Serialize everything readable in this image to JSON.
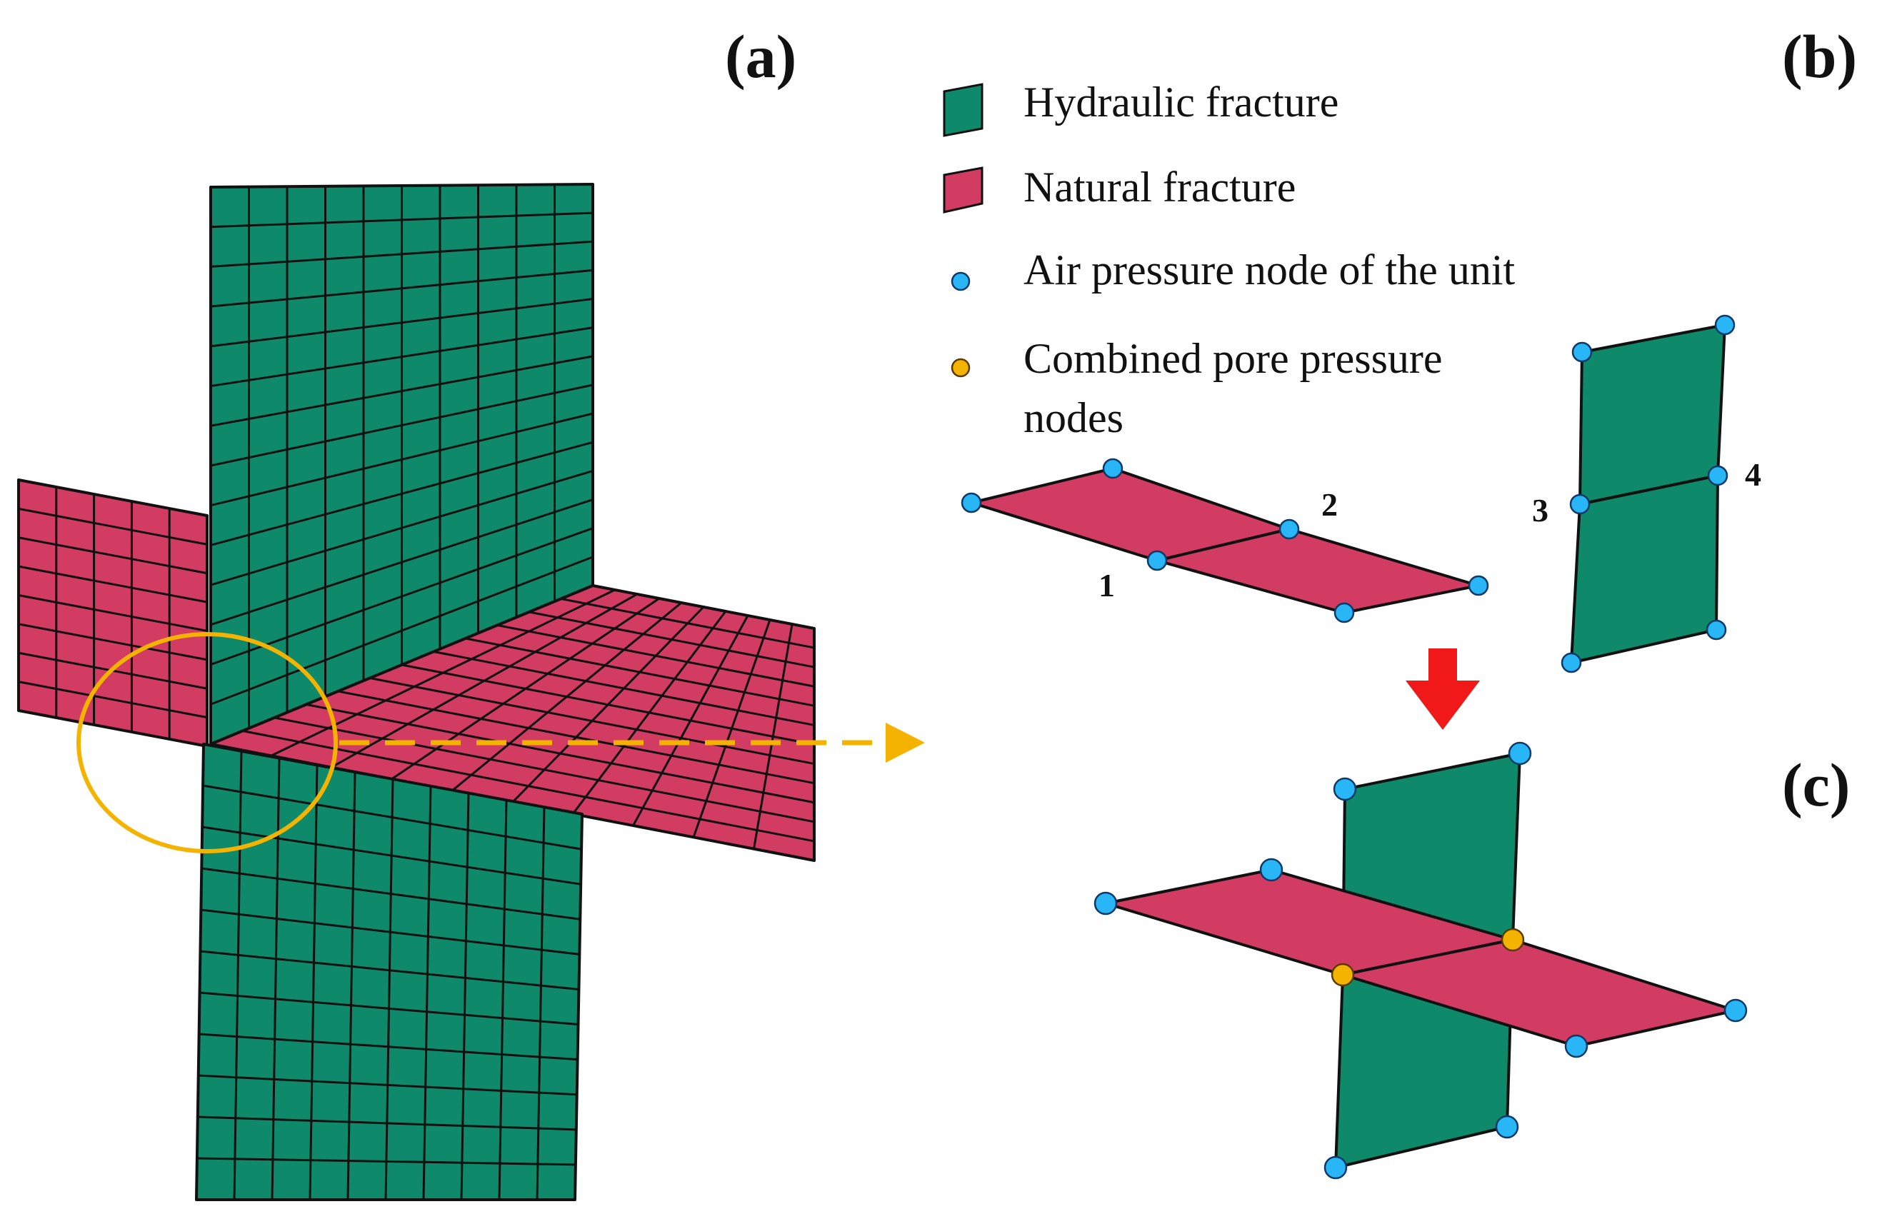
{
  "panels": {
    "a": "(a)",
    "b": "(b)",
    "c": "(c)"
  },
  "legend": {
    "hydraulic_fracture": "Hydraulic fracture",
    "natural_fracture": "Natural fracture",
    "air_pressure_node": "Air pressure node of the unit",
    "combined_node_line1": "Combined pore pressure",
    "combined_node_line2": "nodes"
  },
  "node_numbers": [
    "1",
    "2",
    "3",
    "4"
  ],
  "colors": {
    "hydraulic": "#0e8a6a",
    "natural": "#d23b62",
    "air_node": "#29b6f6",
    "combined_node": "#f5b301",
    "highlight": "#f5b301",
    "merge_arrow": "#f01818"
  }
}
